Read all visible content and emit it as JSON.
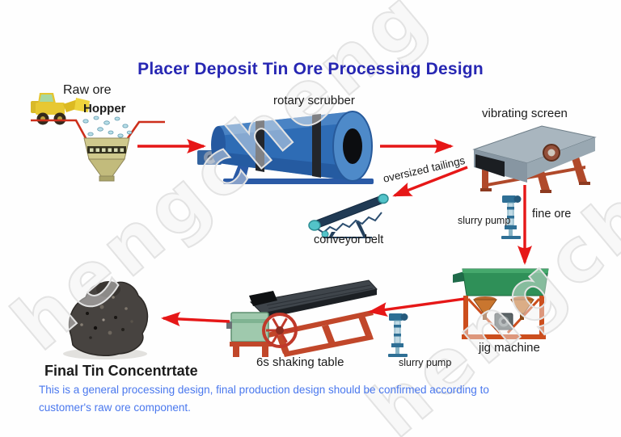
{
  "title": "Placer Deposit Tin Ore Processing Design",
  "watermark": {
    "text": "hengcheng"
  },
  "labels": {
    "raw_ore": "Raw ore",
    "hopper": "Hopper",
    "rotary_scrubber": "rotary scrubber",
    "vibrating_screen": "vibrating screen",
    "oversized_tailings": "oversized tailings",
    "conveyor_belt": "conveyor belt",
    "fine_ore": "fine ore",
    "slurry_pump_top": "slurry pump",
    "jig_machine": "jig machine",
    "slurry_pump_bottom": "slurry pump",
    "shaking_table": "6s shaking table",
    "final_concentrate": "Final Tin Concentrtate"
  },
  "note": {
    "line1": "This is a general processing design, final production design should be confirmed according to",
    "line2": "customer's raw ore component."
  },
  "flow": [
    {
      "from": "Hopper",
      "to": "rotary scrubber"
    },
    {
      "from": "rotary scrubber",
      "to": "vibrating screen"
    },
    {
      "from": "vibrating screen",
      "to": "conveyor belt",
      "label": "oversized tailings"
    },
    {
      "from": "vibrating screen",
      "to": "jig machine",
      "label": "fine ore",
      "via": "slurry pump"
    },
    {
      "from": "jig machine",
      "to": "6s shaking table",
      "via": "slurry pump"
    },
    {
      "from": "6s shaking table",
      "to": "Final Tin Concentrtate"
    }
  ],
  "colors": {
    "title_blue": "#2727b3",
    "arrow_red": "#e61717",
    "note_blue": "#4a78ee",
    "watermark_gray": "#e3e3e3",
    "scrubber_blue": "#2e6cb5",
    "screen_frame_rust": "#b0492a",
    "jig_green": "#2f9058",
    "jig_frame_orange": "#cc4e1d",
    "table_frame_red": "#c1472a",
    "pump_blue": "#2e6f95",
    "hopper_khaki": "#cfc98d",
    "loader_yellow": "#e7c832",
    "belt_navy": "#203a54",
    "roller_cyan": "#53c3c9",
    "concentrate_dark": "#474340"
  }
}
